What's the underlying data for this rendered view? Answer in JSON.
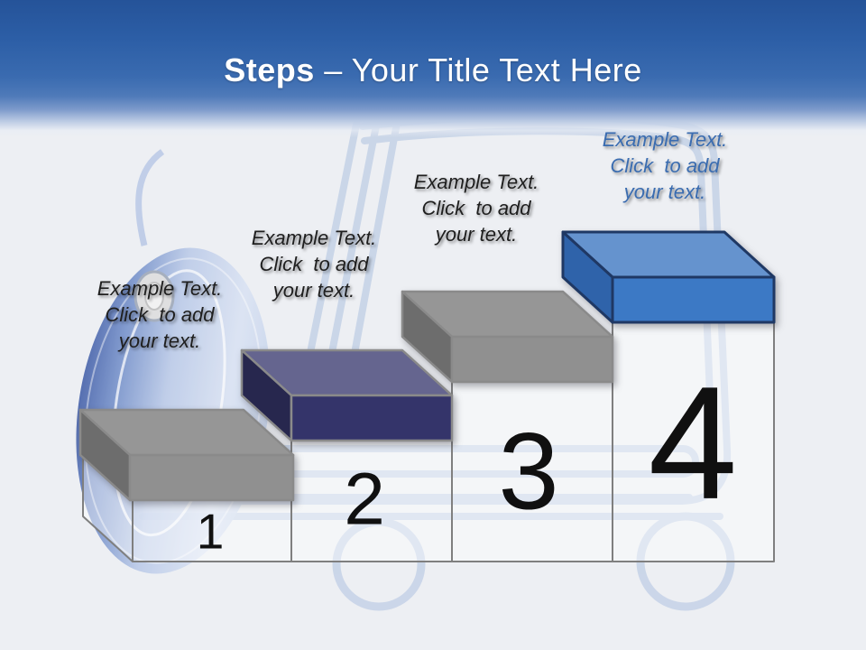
{
  "title": {
    "keyword": "Steps",
    "rest": " – Your Title Text Here"
  },
  "header": {
    "top_color": "#255399",
    "mid_color": "#3a6bb0",
    "text_color": "#ffffff"
  },
  "background": {
    "content_color": "#edeff3",
    "watermark_line_color": "#a9bedf",
    "mouse_dark_blue": "#3d5aa6",
    "mouse_light_blue": "#d9e2f3"
  },
  "pedestal": {
    "fill": "rgba(255,255,255,0.42)",
    "outline": "#7f7f7f"
  },
  "steps": [
    {
      "number": "1",
      "label": "Example Text.\nClick  to add\nyour text.",
      "label_color": "#1f1f1f",
      "cap": {
        "top": "#969696",
        "front": "#909090",
        "side": "#6d6d6d",
        "outline": "#8a8a8a"
      }
    },
    {
      "number": "2",
      "label": "Example Text.\nClick  to add\nyour text.",
      "label_color": "#1f1f1f",
      "cap": {
        "top": "#65658f",
        "front": "#34346a",
        "side": "#27274e",
        "outline": "#8a8a8a"
      }
    },
    {
      "number": "3",
      "label": "Example Text.\nClick  to add\nyour text.",
      "label_color": "#1f1f1f",
      "cap": {
        "top": "#969696",
        "front": "#909090",
        "side": "#6d6d6d",
        "outline": "#8a8a8a"
      }
    },
    {
      "number": "4",
      "label": "Example Text.\nClick  to add\nyour text.",
      "label_color": "#3a6cb0",
      "cap": {
        "top": "#6593ce",
        "front": "#3c79c5",
        "side": "#2f63aa",
        "outline": "#1f3864"
      }
    }
  ]
}
